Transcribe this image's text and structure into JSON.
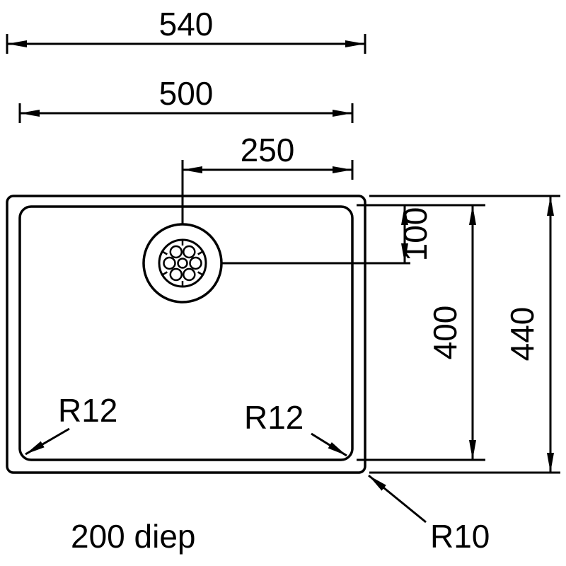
{
  "drawing": {
    "kind": "sink-dimension-drawing",
    "background": "#ffffff",
    "line_color": "#000000",
    "dimensions": {
      "outer_width": "540",
      "inner_width": "500",
      "drain_offset": "250",
      "drain_from_top": "100",
      "inner_height": "400",
      "outer_height": "440"
    },
    "radius_notes": {
      "inner_left": "R12",
      "inner_right": "R12",
      "outer": "R10"
    },
    "depth_note": "200 diep"
  }
}
